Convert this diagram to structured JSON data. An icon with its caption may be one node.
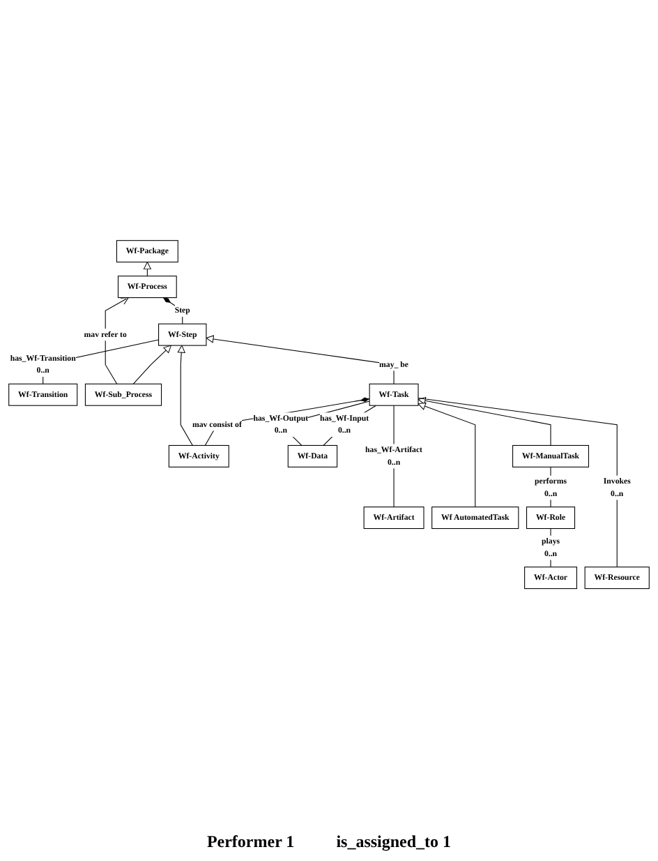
{
  "diagram": {
    "nodes": [
      {
        "text": [
          "Wf-Package"
        ]
      },
      {
        "text": [
          "Wf-Process"
        ]
      },
      {
        "text": [
          "Wf-Step"
        ]
      },
      {
        "text": [
          "Wf-Transition"
        ]
      },
      {
        "text": [
          "Wf-Sub_Process"
        ]
      },
      {
        "text": [
          "Wf-Task"
        ]
      },
      {
        "text": [
          "Wf-Activity"
        ]
      },
      {
        "text": [
          "Wf-Data"
        ]
      },
      {
        "text": [
          "Wf-ManualTask"
        ]
      },
      {
        "text": [
          "Wf-Artifact"
        ]
      },
      {
        "text": [
          "Wf AutomatedTask"
        ]
      },
      {
        "text": [
          "Wf-Resource"
        ]
      },
      {
        "text": [
          "Wf-Role"
        ]
      },
      {
        "text": [
          "Wf-Actor"
        ]
      }
    ],
    "edges": [
      {
        "from": 1,
        "to": 0,
        "arrow": "to"
      },
      {
        "from": 4,
        "to": 1,
        "arrow": "to",
        "label": "mav refer to"
      },
      {
        "from": 2,
        "to": 1,
        "arrow": "other",
        "label": "Step"
      },
      {
        "from": 3,
        "to": 2,
        "arrow": "none",
        "label": "has_Wf-Transition 0..n"
      },
      {
        "from": 4,
        "to": 2,
        "arrow": "to"
      },
      {
        "from": 5,
        "to": 2,
        "arrow": "to",
        "label": "may_ be"
      },
      {
        "from": 6,
        "to": 2,
        "arrow": "to"
      },
      {
        "from": 6,
        "to": 5,
        "arrow": "other",
        "label": "mav consist of"
      },
      {
        "from": 7,
        "to": 5,
        "arrow": "none",
        "label": "has_Wf-Output 0..n"
      },
      {
        "from": 9,
        "to": 5,
        "arrow": "none",
        "label": "has_Wf-Artifact 0..n"
      },
      {
        "from": 8,
        "to": 5,
        "arrow": "to"
      },
      {
        "from": 10,
        "to": 5,
        "arrow": "to"
      },
      {
        "from": 7,
        "to": 5,
        "arrow": "none",
        "label": "has_Wf-Input 0..n"
      },
      {
        "from": 11,
        "to": 5,
        "arrow": "none",
        "label": "Invokes 0..n"
      },
      {
        "from": 12,
        "to": 8,
        "arrow": "none",
        "label": "performs 0..n"
      },
      {
        "from": 13,
        "to": 12,
        "arrow": "none",
        "label": "plays 0..n"
      }
    ],
    "labels": [
      "Performer 1",
      "is_assigned_to 1"
    ]
  }
}
